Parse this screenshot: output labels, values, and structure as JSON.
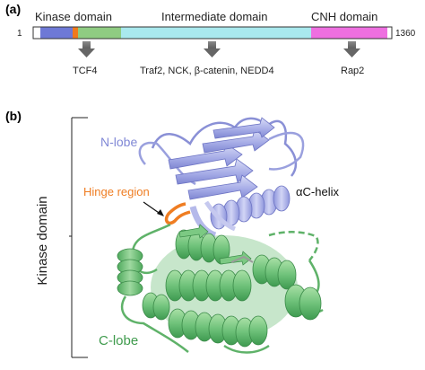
{
  "panel_a": {
    "label": "(a)",
    "start_residue": "1",
    "end_residue": "1360",
    "domains": [
      {
        "name": "Kinase domain",
        "color": "#6e79d6"
      },
      {
        "name": "Intermediate domain",
        "color": "#a9e9ee"
      },
      {
        "name": "CNH domain",
        "color": "#ee6fe0"
      }
    ],
    "segment_colors": {
      "hinge": "#f07a1c",
      "c_lobe": "#8fcc82"
    },
    "interactors": [
      {
        "label": "TCF4"
      },
      {
        "label": "Traf2, NCK, β-catenin, NEDD4"
      },
      {
        "label": "Rap2"
      }
    ]
  },
  "panel_b": {
    "label": "(b)",
    "axis_label": "Kinase domain",
    "n_lobe": {
      "label": "N-lobe",
      "color": "#8088d6"
    },
    "hinge": {
      "label": "Hinge region",
      "color": "#ef7d22"
    },
    "ac_helix": {
      "label": "αC-helix"
    },
    "c_lobe": {
      "label": "C-lobe",
      "color": "#3f9b4d"
    }
  }
}
